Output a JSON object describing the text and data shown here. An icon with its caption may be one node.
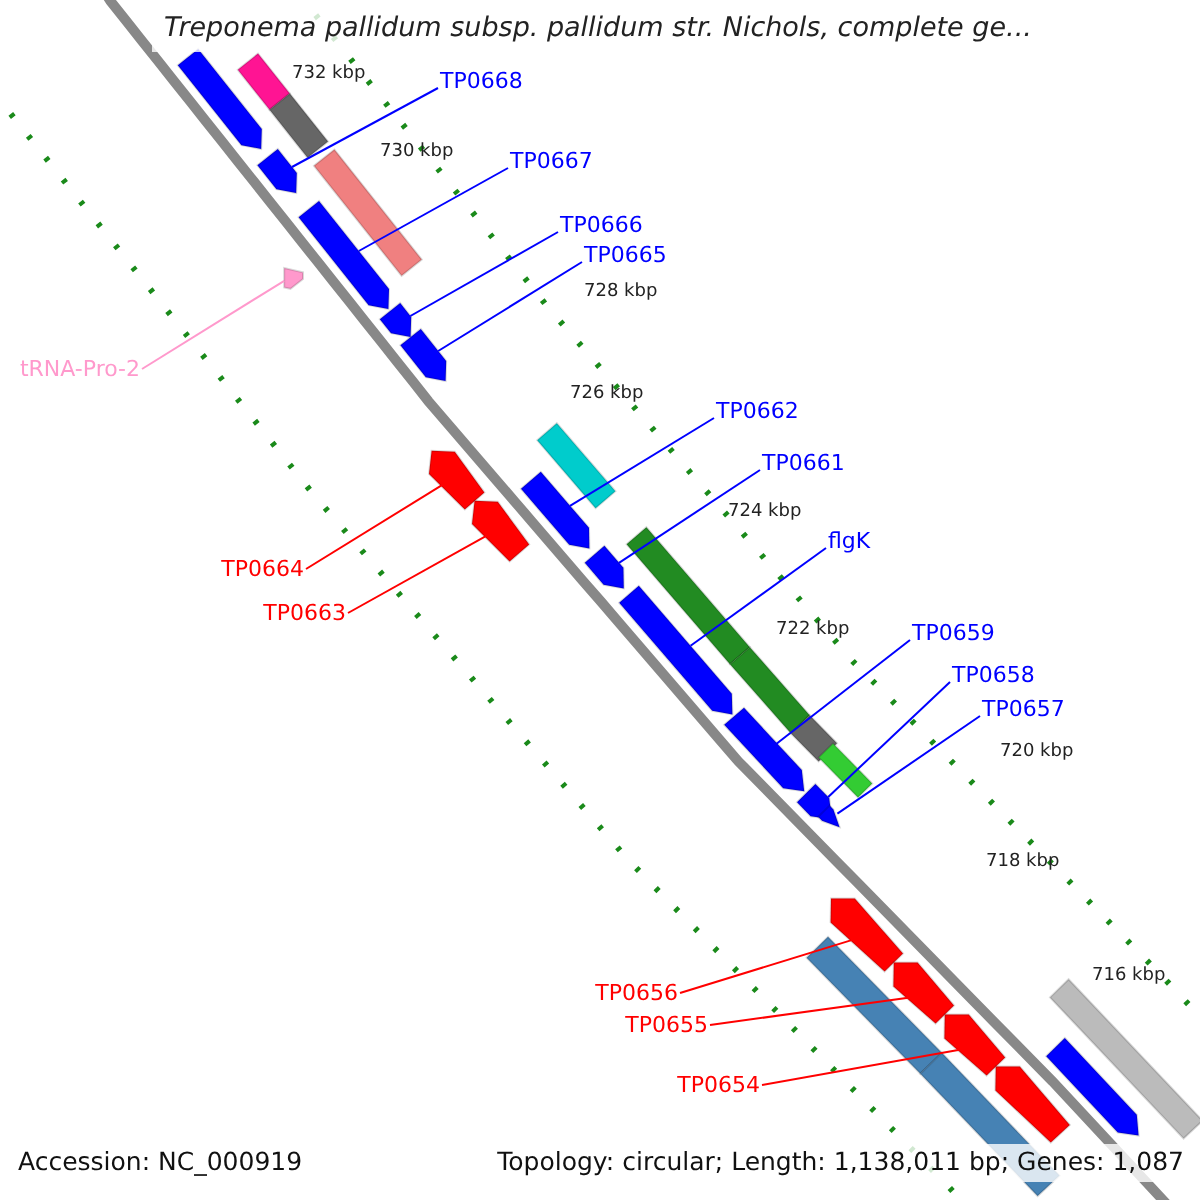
{
  "diagram": {
    "title": "Treponema pallidum subsp. pallidum str. Nichols, complete ge...",
    "nodes": [
      {
        "text": [
          "TP0668"
        ]
      },
      {
        "text": [
          "TP0667"
        ]
      },
      {
        "text": [
          "TP0666"
        ]
      },
      {
        "text": [
          "TP0665"
        ]
      },
      {
        "text": [
          "tRNA-Pro-2"
        ]
      },
      {
        "text": [
          "TP0662"
        ]
      },
      {
        "text": [
          "TP0661"
        ]
      },
      {
        "text": [
          "flgK"
        ]
      },
      {
        "text": [
          "TP0664"
        ]
      },
      {
        "text": [
          "TP0663"
        ]
      },
      {
        "text": [
          "TP0659"
        ]
      },
      {
        "text": [
          "TP0658"
        ]
      },
      {
        "text": [
          "TP0657"
        ]
      },
      {
        "text": [
          "TP0656"
        ]
      },
      {
        "text": [
          "TP0655"
        ]
      },
      {
        "text": [
          "TP0654"
        ]
      },
      {
        "text": [],
        "shape": "arrow"
      },
      {
        "text": [],
        "shape": "bar"
      },
      {
        "text": [],
        "shape": "bar"
      },
      {
        "text": [],
        "shape": "arrow"
      },
      {
        "text": [],
        "shape": "bar"
      },
      {
        "text": [],
        "shape": "arrow"
      },
      {
        "text": [],
        "shape": "arrow"
      },
      {
        "text": [],
        "shape": "arrow"
      },
      {
        "text": [],
        "shape": "arrow"
      },
      {
        "text": [],
        "shape": "arrow"
      },
      {
        "text": [],
        "shape": "bar"
      },
      {
        "text": [],
        "shape": "arrow"
      },
      {
        "text": [],
        "shape": "arrow"
      },
      {
        "text": [],
        "shape": "arrow"
      },
      {
        "text": [],
        "shape": "bar"
      },
      {
        "text": [],
        "shape": "arrow"
      },
      {
        "text": [],
        "shape": "bar"
      },
      {
        "text": [],
        "shape": "arrow"
      },
      {
        "text": [],
        "shape": "bar"
      },
      {
        "text": [],
        "shape": "bar"
      },
      {
        "text": [],
        "shape": "arrow"
      },
      {
        "text": [],
        "shape": "arrow"
      },
      {
        "text": [],
        "shape": "arrow"
      },
      {
        "text": [],
        "shape": "bar"
      },
      {
        "text": [],
        "shape": "arrow"
      },
      {
        "text": [],
        "shape": "arrow"
      },
      {
        "text": [],
        "shape": "bar"
      },
      {
        "text": [],
        "shape": "bar"
      },
      {
        "text": [],
        "shape": "arrow"
      },
      {
        "text": [],
        "shape": "arrow"
      }
    ],
    "edges": [
      {
        "from": 0,
        "to": 19,
        "arrow": "none"
      },
      {
        "from": 1,
        "to": 21,
        "arrow": "none"
      },
      {
        "from": 2,
        "to": 23,
        "arrow": "none"
      },
      {
        "from": 3,
        "to": 24,
        "arrow": "none"
      },
      {
        "from": 4,
        "to": 22,
        "arrow": "none",
        "color": "#ff99cc"
      },
      {
        "from": 5,
        "to": 28,
        "arrow": "none"
      },
      {
        "from": 6,
        "to": 29,
        "arrow": "none"
      },
      {
        "from": 7,
        "to": 31,
        "arrow": "none"
      },
      {
        "from": 8,
        "to": 25,
        "arrow": "none",
        "color": "#ff0000"
      },
      {
        "from": 9,
        "to": 27,
        "arrow": "none",
        "color": "#ff0000"
      },
      {
        "from": 10,
        "to": 33,
        "arrow": "none"
      },
      {
        "from": 11,
        "to": 36,
        "arrow": "none"
      },
      {
        "from": 12,
        "to": 37,
        "arrow": "none"
      },
      {
        "from": 13,
        "to": 38,
        "arrow": "none",
        "color": "#ff0000"
      },
      {
        "from": 14,
        "to": 40,
        "arrow": "none",
        "color": "#ff0000"
      },
      {
        "from": 15,
        "to": 41,
        "arrow": "none",
        "color": "#ff0000"
      }
    ],
    "labels": [
      "732 kbp",
      "730 kbp",
      "728 kbp",
      "726 kbp",
      "724 kbp",
      "722 kbp",
      "720 kbp",
      "718 kbp",
      "716 kbp",
      "Accession: NC_000919",
      "Topology: circular; Length: 1,138,011 bp; Genes: 1,087"
    ]
  }
}
